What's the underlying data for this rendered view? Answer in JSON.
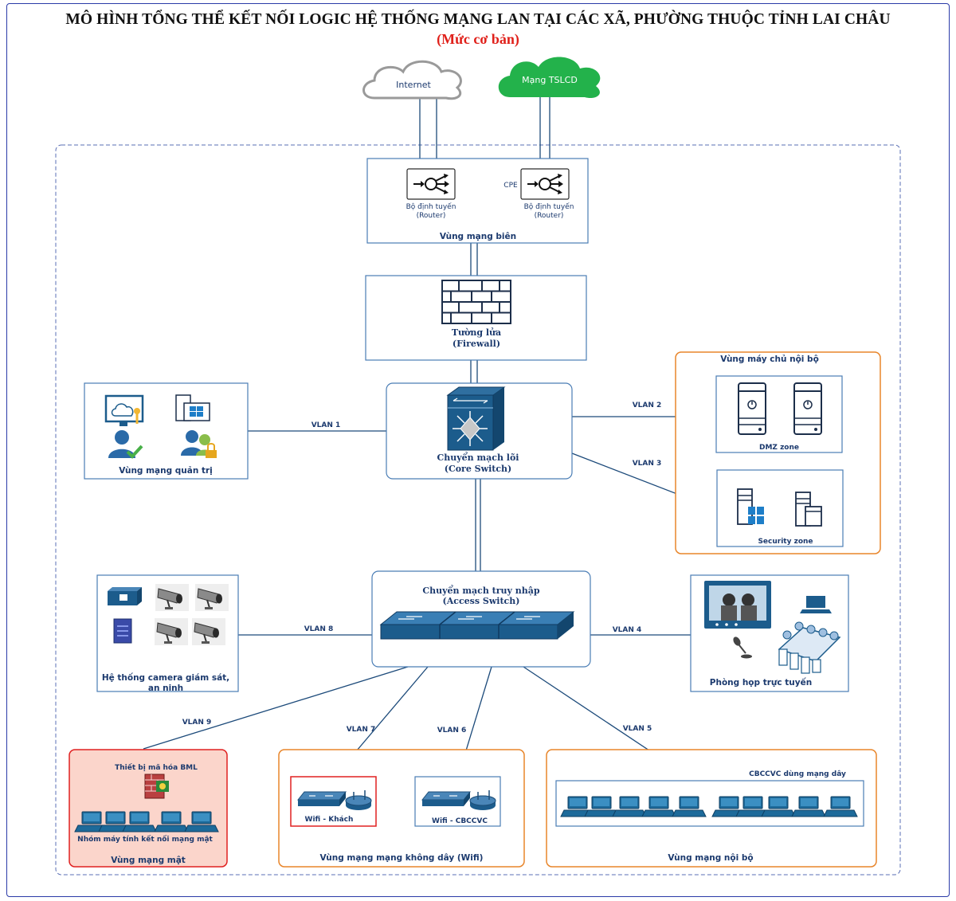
{
  "title": "MÔ HÌNH TỔNG THỂ KẾT NỐI LOGIC HỆ THỐNG MẠNG LAN TẠI CÁC XÃ, PHƯỜNG THUỘC TỈNH LAI CHÂU",
  "subtitle": "(Mức cơ bản)",
  "clouds": {
    "internet": "Internet",
    "tslcd": "Mạng TSLCD"
  },
  "edge": {
    "zone_label": "Vùng mạng biên",
    "cpe_label": "CPE",
    "router1": {
      "line1": "Bộ định tuyến",
      "line2": "(Router)"
    },
    "router2": {
      "line1": "Bộ định tuyến",
      "line2": "(Router)"
    }
  },
  "firewall": {
    "line1": "Tường lửa",
    "line2": "(Firewall)"
  },
  "core": {
    "line1": "Chuyển mạch lõi",
    "line2": "(Core Switch)"
  },
  "access": {
    "line1": "Chuyển mạch truy nhập",
    "line2": "(Access Switch)"
  },
  "admin_zone": {
    "label": "Vùng mạng quản trị"
  },
  "server_zone": {
    "title": "Vùng máy chủ nội bộ",
    "dmz": "DMZ zone",
    "security": "Security zone"
  },
  "camera_zone": {
    "line1": "Hệ thống camera giám sát,",
    "line2": "an ninh"
  },
  "meeting_zone": {
    "label": "Phòng họp trực tuyến"
  },
  "secure_zone": {
    "title": "Vùng mạng mật",
    "device": "Thiết bị mã hóa BML",
    "computers": "Nhóm máy tính kết nối mạng mật"
  },
  "wifi_zone": {
    "title": "Vùng mạng mạng không dây (Wifi)",
    "guest": "Wifi - Khách",
    "staff": "Wifi - CBCCVC"
  },
  "internal_zone": {
    "title": "Vùng mạng nội bộ",
    "caption": "CBCCVC dùng mạng dây"
  },
  "vlans": {
    "v1": "VLAN 1",
    "v2": "VLAN 2",
    "v3": "VLAN 3",
    "v4": "VLAN 4",
    "v5": "VLAN 5",
    "v6": "VLAN 6",
    "v7": "VLAN 7",
    "v8": "VLAN 8",
    "v9": "VLAN 9"
  },
  "colors": {
    "navy": "#1c3a6e",
    "orange": "#e8852a",
    "red": "#e02020",
    "frame_blue": "#2a3aa8",
    "tslcd_green": "#23b24b",
    "cloud_gray": "#9a9a9a",
    "switch_blue": "#1c5c8c"
  }
}
